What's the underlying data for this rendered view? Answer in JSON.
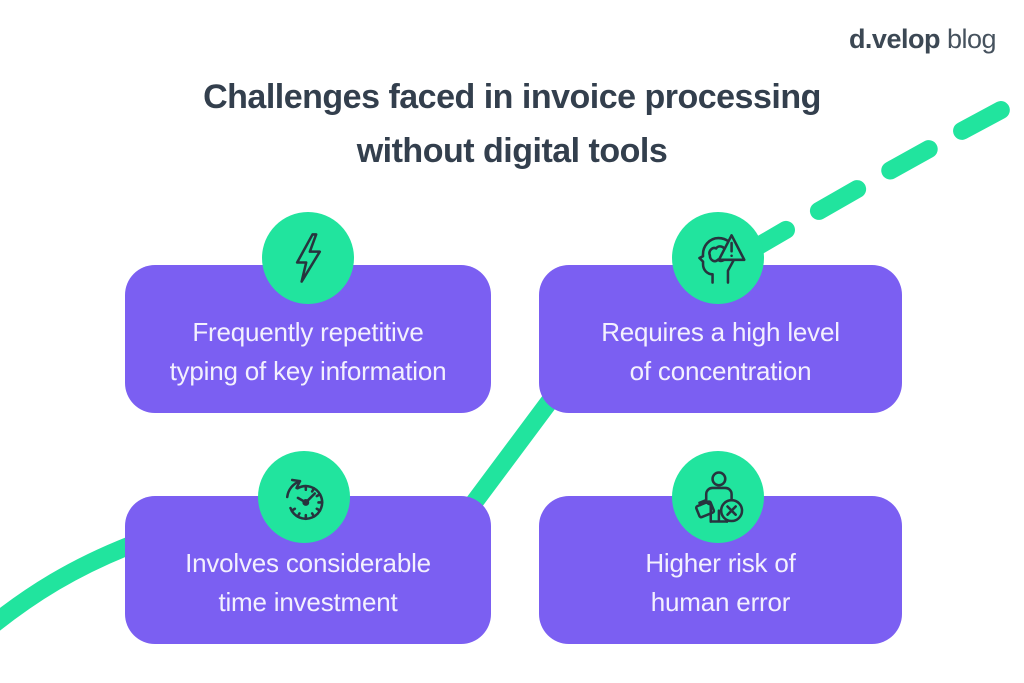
{
  "logo": {
    "brand": "d.velop",
    "suffix": "blog"
  },
  "title": {
    "line1": "Challenges faced in invoice processing",
    "line2": "without digital tools"
  },
  "cards": [
    {
      "id": "repetitive-typing",
      "icon": "lightning-icon",
      "line1": "Frequently repetitive",
      "line2": "typing of key information"
    },
    {
      "id": "concentration",
      "icon": "head-warning-icon",
      "line1": "Requires a high level",
      "line2": "of concentration"
    },
    {
      "id": "time-investment",
      "icon": "clock-arrow-icon",
      "line1": "Involves considerable",
      "line2": "time investment"
    },
    {
      "id": "human-error",
      "icon": "person-error-icon",
      "line1": "Higher risk of",
      "line2": "human error"
    }
  ],
  "colors": {
    "purple": "#7b5ff2",
    "green": "#21e49e",
    "title": "#333f4d",
    "card_text": "#f3f0fe",
    "icon_stroke": "#27343e"
  }
}
